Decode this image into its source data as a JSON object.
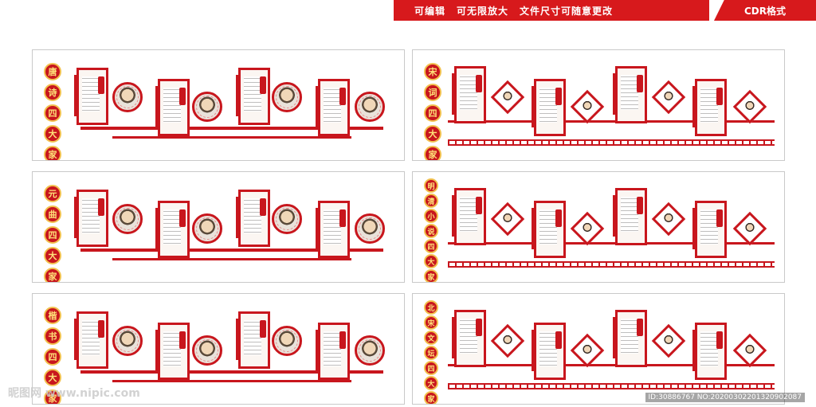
{
  "banner": {
    "editable": "可编辑",
    "scalable": "可无限放大",
    "resizable": "文件尺寸可随意更改",
    "format": "CDR格式"
  },
  "panels": [
    {
      "id": "tang",
      "title_chars": [
        "唐",
        "诗",
        "四",
        "大",
        "家"
      ]
    },
    {
      "id": "song",
      "title_chars": [
        "宋",
        "词",
        "四",
        "大",
        "家"
      ]
    },
    {
      "id": "yuan",
      "title_chars": [
        "元",
        "曲",
        "四",
        "大",
        "家"
      ]
    },
    {
      "id": "mingqing",
      "title_chars": [
        "明",
        "清",
        "小",
        "说",
        "四",
        "大",
        "家"
      ]
    },
    {
      "id": "kaishu",
      "title_chars": [
        "楷",
        "书",
        "四",
        "大",
        "家"
      ]
    },
    {
      "id": "beisong",
      "title_chars": [
        "北",
        "宋",
        "文",
        "坛",
        "四",
        "大",
        "家"
      ]
    }
  ],
  "watermark": {
    "left": "昵图网 www.nipic.com",
    "right": "ID:30886767 NO:20200302201320902087"
  },
  "colors": {
    "brand_red": "#c8161d",
    "banner_red": "#d7191c",
    "gold": "#f2c14e"
  }
}
